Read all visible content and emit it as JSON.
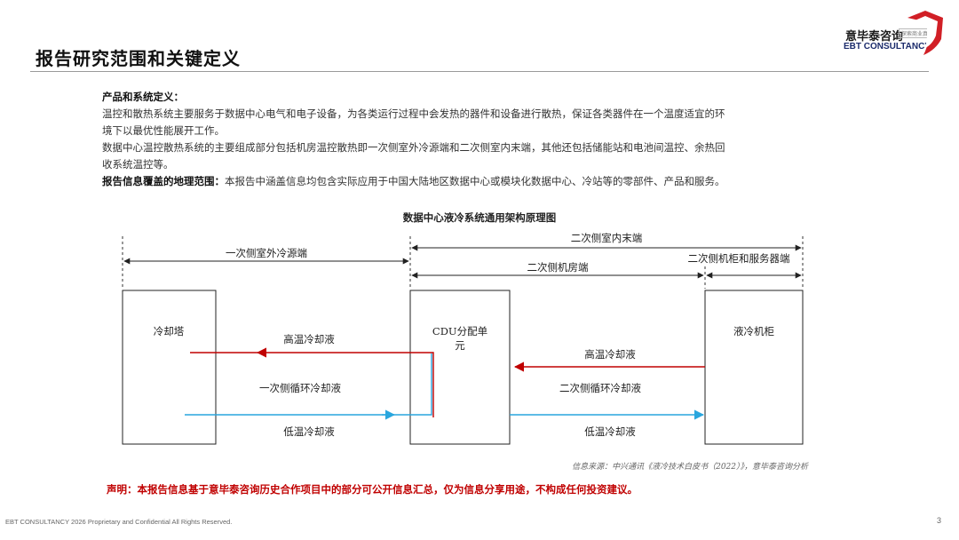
{
  "header": {
    "title": "报告研究范围和关键定义",
    "logo_cn": "意毕泰咨询",
    "logo_tag": "探索商业真相",
    "logo_en": "EBT CONSULTANCY"
  },
  "definitions": {
    "heading": "产品和系统定义：",
    "line1": "温控和散热系统主要服务于数据中心电气和电子设备，为各类运行过程中会发热的器件和设备进行散热，保证各类器件在一个温度适宜的环",
    "line2": "境下以最优性能展开工作。",
    "line3": "数据中心温控散热系统的主要组成部分包括机房温控散热即一次侧室外冷源端和二次侧室内末端，其他还包括储能站和电池间温控、余热回",
    "line4": "收系统温控等。",
    "geo_label": "报告信息覆盖的地理范围：",
    "geo_text": "本报告中涵盖信息均包含实际应用于中国大陆地区数据中心或模块化数据中心、冷站等的零部件、产品和服务。"
  },
  "diagram": {
    "title": "数据中心液冷系统通用架构原理图",
    "secondary_indoor": "二次侧室内末端",
    "primary_outdoor": "一次侧室外冷源端",
    "secondary_room": "二次侧机房端",
    "secondary_rack": "二次侧机柜和服务器端",
    "box_cooling_tower": "冷却塔",
    "box_cdu_line1": "CDU分配单",
    "box_cdu_line2": "元",
    "box_cabinet": "液冷机柜",
    "hot_liquid_left": "高温冷却液",
    "primary_loop": "一次侧循环冷却液",
    "low_liquid_left": "低温冷却液",
    "hot_liquid_right": "高温冷却液",
    "secondary_loop": "二次侧循环冷却液",
    "low_liquid_right": "低温冷却液",
    "colors": {
      "hot": "#c00000",
      "cold": "#29a6de"
    }
  },
  "source": "信息来源：中兴通讯《液冷技术白皮书（2022）》，意毕泰咨询分析",
  "disclaimer": "声明：本报告信息基于意毕泰咨询历史合作项目中的部分可公开信息汇总，仅为信息分享用途，不构成任何投资建议。",
  "footer": {
    "copyright": "EBT CONSULTANCY 2026 Proprietary and Confidential All Rights Reserved.",
    "page": "3"
  }
}
